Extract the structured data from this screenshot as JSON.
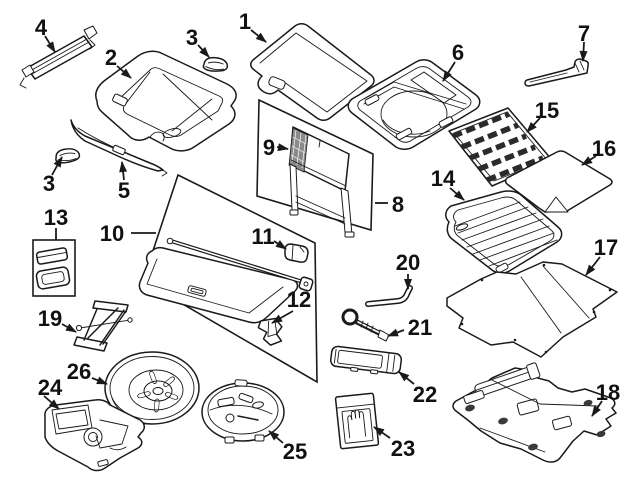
{
  "diagram": {
    "type": "exploded-parts-diagram",
    "background": "#ffffff",
    "line_color": "#1a1a1a",
    "label_color": "#111111",
    "callouts": [
      {
        "label": "1",
        "part": "load-floor-cover"
      },
      {
        "label": "2",
        "part": "trim-panel"
      },
      {
        "label": "3",
        "part": "cap-top"
      },
      {
        "label": "3",
        "part": "cap-left"
      },
      {
        "label": "4",
        "part": "support-rail"
      },
      {
        "label": "5",
        "part": "sill-strip"
      },
      {
        "label": "6",
        "part": "spare-tire-tray"
      },
      {
        "label": "7",
        "part": "tool"
      },
      {
        "label": "8",
        "part": "partition-group-box"
      },
      {
        "label": "9",
        "part": "partition-net"
      },
      {
        "label": "10",
        "part": "cargo-cover-group"
      },
      {
        "label": "11",
        "part": "end-cap"
      },
      {
        "label": "12",
        "part": "mounting-bracket"
      },
      {
        "label": "13",
        "part": "cover-kit"
      },
      {
        "label": "14",
        "part": "cargo-tray"
      },
      {
        "label": "15",
        "part": "cargo-grid-mat"
      },
      {
        "label": "16",
        "part": "cargo-mat"
      },
      {
        "label": "17",
        "part": "load-liner"
      },
      {
        "label": "18",
        "part": "floor-panel"
      },
      {
        "label": "19",
        "part": "jack"
      },
      {
        "label": "20",
        "part": "lug-wrench"
      },
      {
        "label": "21",
        "part": "tow-hook"
      },
      {
        "label": "22",
        "part": "tool-case"
      },
      {
        "label": "23",
        "part": "glove-pouch"
      },
      {
        "label": "24",
        "part": "tool-foam-tray"
      },
      {
        "label": "25",
        "part": "tool-organizer"
      },
      {
        "label": "26",
        "part": "spare-wheel"
      }
    ]
  }
}
